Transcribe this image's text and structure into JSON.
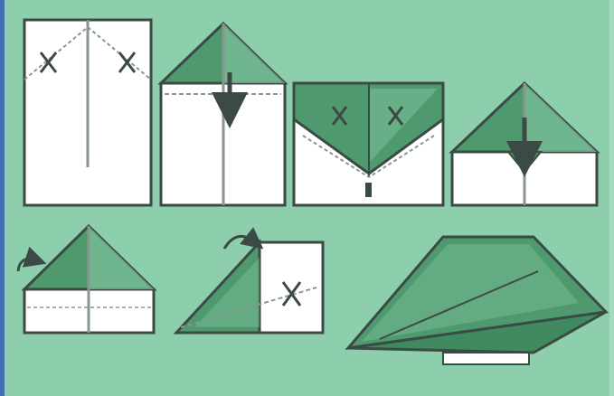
{
  "diagram": {
    "topic": "paper-airplane-folding-instructions",
    "step_count": 7,
    "palette": {
      "background": "#8dcfad",
      "paper_white": "#ffffff",
      "fold_green": "#4e9a6e",
      "fold_green_light": "#7ec09a",
      "line_dark": "#3b4a44",
      "crease_gray": "#8a9690",
      "left_edge_blue": "#3f6fb0"
    },
    "steps": [
      {
        "id": 1,
        "icon": "fold-corners-in-diagram"
      },
      {
        "id": 2,
        "icon": "folded-triangle-top-diagram"
      },
      {
        "id": 3,
        "icon": "fold-top-down-diagram"
      },
      {
        "id": 4,
        "icon": "fold-edges-to-center-diagram"
      },
      {
        "id": 5,
        "icon": "fold-in-half-diagram"
      },
      {
        "id": 6,
        "icon": "fold-wing-down-diagram"
      },
      {
        "id": 7,
        "icon": "finished-paper-airplane"
      }
    ]
  }
}
